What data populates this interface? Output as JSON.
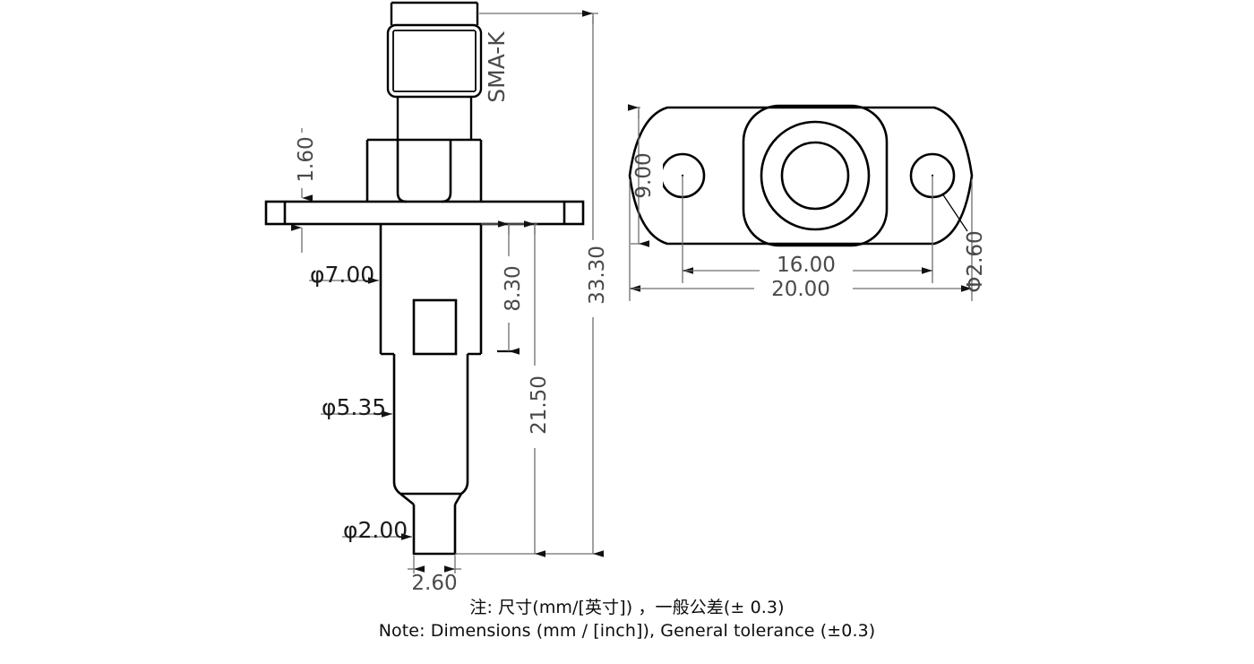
{
  "drawing": {
    "title": "SMA-K Connector Mechanical Drawing",
    "units": "mm",
    "line_color": "#000000",
    "dimension_color": "#6e6e6e",
    "background": "#ffffff"
  },
  "side_view": {
    "label_connector": "SMA-K",
    "dimensions": {
      "flange_thickness": "1.60",
      "body_diameter": "φ7.00",
      "mid_diameter": "φ5.35",
      "pin_diameter": "φ2.00",
      "pin_length": "2.60",
      "shoulder_height": "8.30",
      "below_flange": "21.50",
      "overall_height": "33.30"
    }
  },
  "front_view": {
    "dimensions": {
      "flange_height": "9.00",
      "hole_spacing": "16.00",
      "flange_width": "20.00",
      "hole_diameter": "Φ2.60"
    }
  },
  "notes": {
    "line_cn": "注: 尺寸(mm/[英寸]) ，一般公差(± 0.3)",
    "line_en": "Note: Dimensions (mm / [inch]), General tolerance (±0.3)"
  }
}
